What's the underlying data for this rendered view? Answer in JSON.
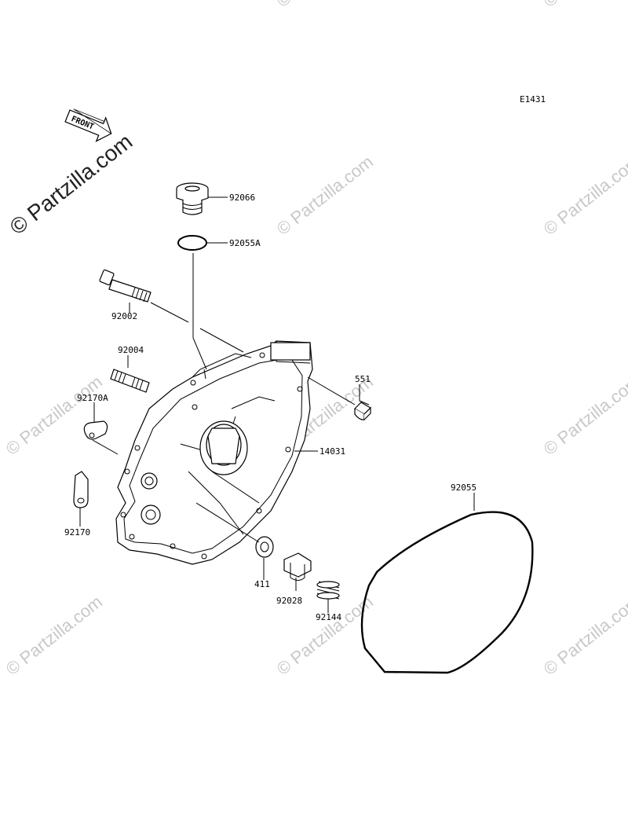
{
  "diagram_code": "E1431",
  "front_arrow_label": "FRONT",
  "watermark_text": "© Partzilla.com",
  "parts": [
    {
      "id": "92066"
    },
    {
      "id": "92055A"
    },
    {
      "id": "92002"
    },
    {
      "id": "92004"
    },
    {
      "id": "551"
    },
    {
      "id": "92170A"
    },
    {
      "id": "14031"
    },
    {
      "id": "92055"
    },
    {
      "id": "92170"
    },
    {
      "id": "411"
    },
    {
      "id": "92028"
    },
    {
      "id": "92144"
    }
  ],
  "colors": {
    "line": "#000000",
    "watermark": "#c8c8c8",
    "background": "#ffffff"
  }
}
